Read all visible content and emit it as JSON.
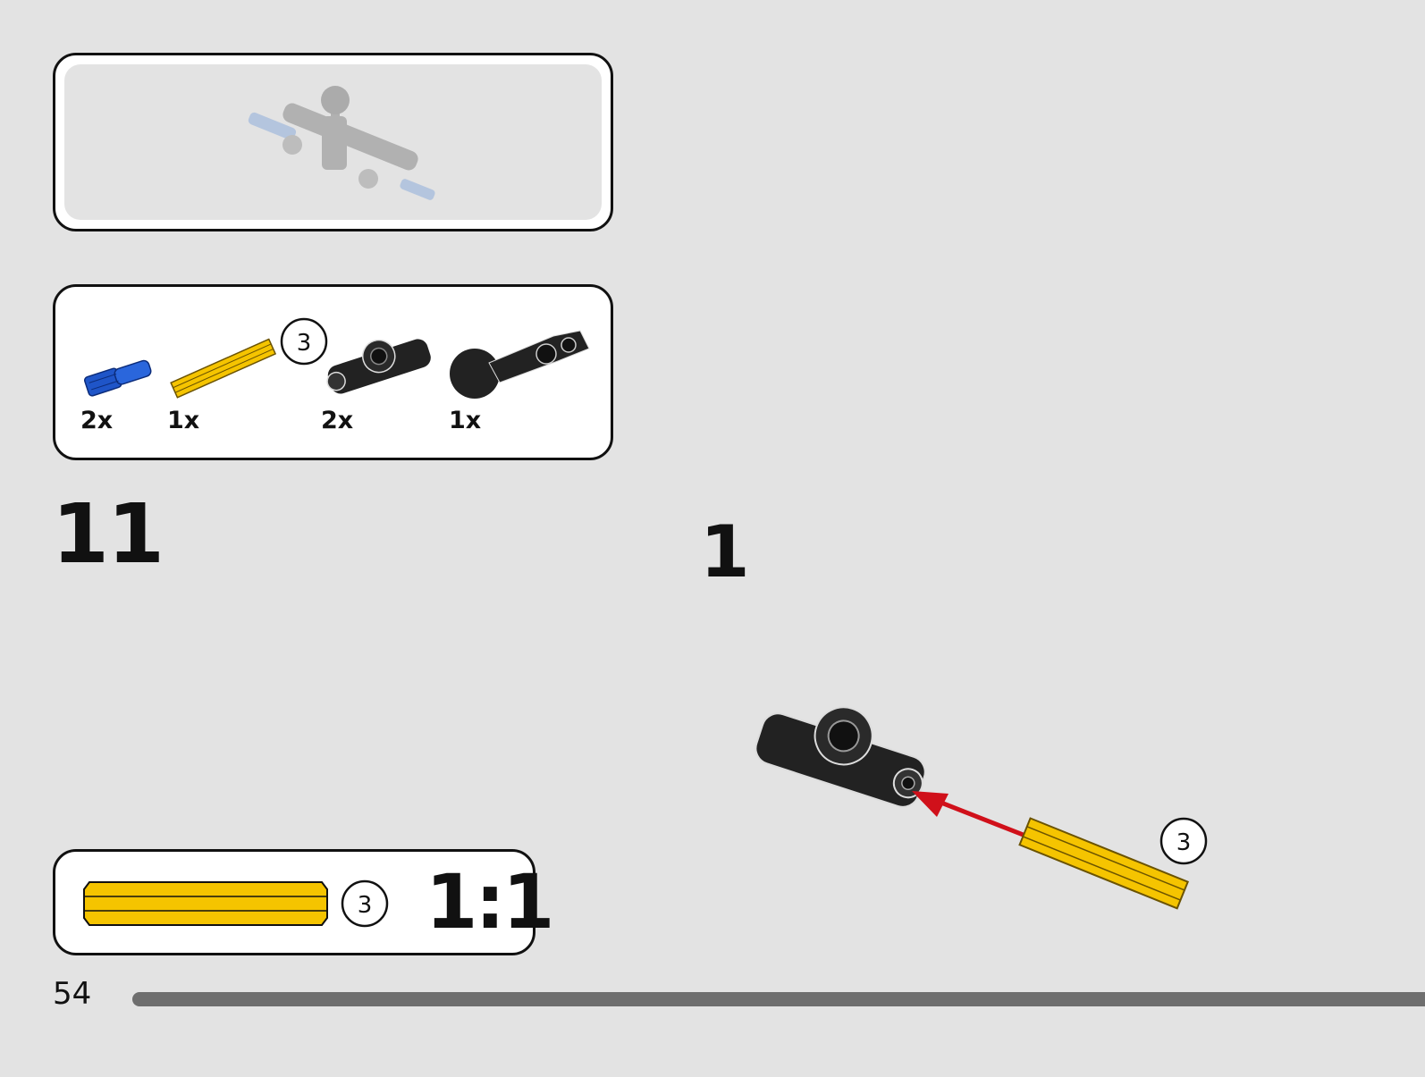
{
  "preview": {
    "caption": ""
  },
  "parts_list": {
    "items": [
      {
        "quantity": "2x",
        "part": "blue-pin-icon"
      },
      {
        "quantity": "1x",
        "part": "yellow-axle-icon",
        "length_badge": "3"
      },
      {
        "quantity": "2x",
        "part": "black-connector-icon"
      },
      {
        "quantity": "1x",
        "part": "black-ball-link-icon"
      }
    ]
  },
  "step": {
    "page_step": "11",
    "sub_step": "1",
    "axle_badge": "3"
  },
  "scale_box": {
    "length_badge": "3",
    "ratio": "1:1"
  },
  "footer": {
    "page_number": "54",
    "progress": 1.0
  },
  "colors": {
    "background": "#e3e3e3",
    "axle_yellow": "#f5c400",
    "pin_blue": "#1f55c8",
    "part_black": "#222222",
    "arrow_red": "#d0101a"
  }
}
